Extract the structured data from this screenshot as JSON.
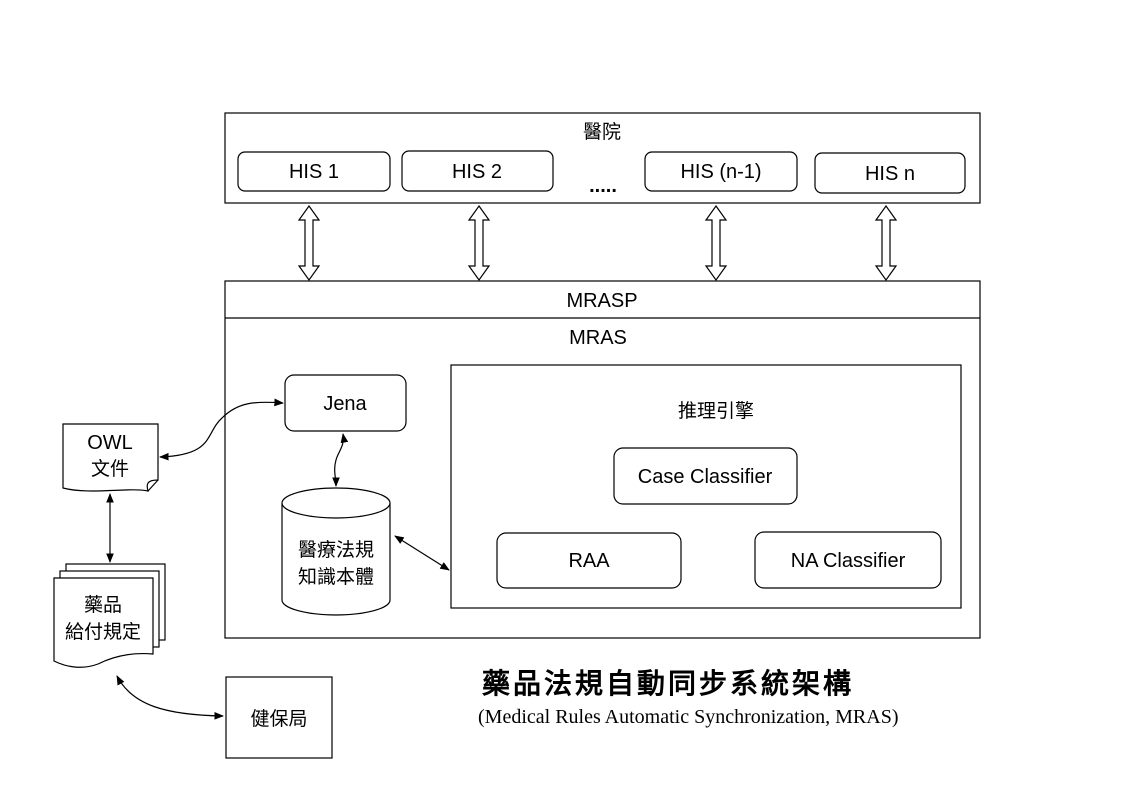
{
  "hospital": {
    "title": "醫院",
    "systems": [
      "HIS 1",
      "HIS 2",
      "HIS (n-1)",
      "HIS n"
    ],
    "ellipsis": "....."
  },
  "mrasp": {
    "label": "MRASP"
  },
  "mras": {
    "label": "MRAS",
    "jena": "Jena",
    "ontology_db": {
      "line1": "醫療法規",
      "line2": "知識本體"
    },
    "engine": {
      "title": "推理引擎",
      "case_classifier": "Case Classifier",
      "raa": "RAA",
      "na_classifier": "NA Classifier"
    }
  },
  "owl_doc": {
    "line1": "OWL",
    "line2": "文件"
  },
  "drug_rules": {
    "line1": "藥品",
    "line2": "給付規定"
  },
  "nhi_bureau": {
    "label": "健保局"
  },
  "caption": {
    "title": "藥品法規自動同步系統架構",
    "subtitle": "(Medical Rules Automatic Synchronization, MRAS)"
  }
}
